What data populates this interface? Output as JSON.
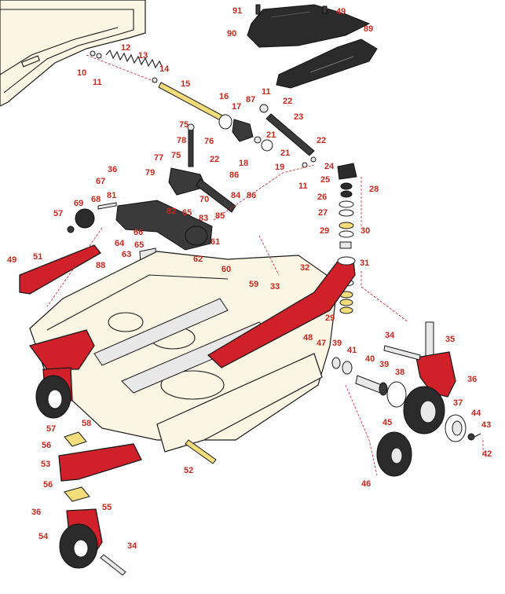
{
  "callouts": [
    {
      "id": "c91",
      "text": "91"
    },
    {
      "id": "c49a",
      "text": "49"
    },
    {
      "id": "c90",
      "text": "90"
    },
    {
      "id": "c89",
      "text": "89"
    },
    {
      "id": "c12",
      "text": "12"
    },
    {
      "id": "c13",
      "text": "13"
    },
    {
      "id": "c10",
      "text": "10"
    },
    {
      "id": "c11a",
      "text": "11"
    },
    {
      "id": "c14",
      "text": "14"
    },
    {
      "id": "c15",
      "text": "15"
    },
    {
      "id": "c16",
      "text": "16"
    },
    {
      "id": "c17",
      "text": "17"
    },
    {
      "id": "c87",
      "text": "87"
    },
    {
      "id": "c11b",
      "text": "11"
    },
    {
      "id": "c22a",
      "text": "22"
    },
    {
      "id": "c23",
      "text": "23"
    },
    {
      "id": "c75a",
      "text": "75"
    },
    {
      "id": "c78",
      "text": "78"
    },
    {
      "id": "c76",
      "text": "76"
    },
    {
      "id": "c21a",
      "text": "21"
    },
    {
      "id": "c18",
      "text": "18"
    },
    {
      "id": "c21b",
      "text": "21"
    },
    {
      "id": "c22b",
      "text": "22"
    },
    {
      "id": "c19",
      "text": "19"
    },
    {
      "id": "c11c",
      "text": "11"
    },
    {
      "id": "c77",
      "text": "77"
    },
    {
      "id": "c75b",
      "text": "75"
    },
    {
      "id": "c22c",
      "text": "22"
    },
    {
      "id": "c79",
      "text": "79"
    },
    {
      "id": "c86a",
      "text": "86"
    },
    {
      "id": "c24",
      "text": "24"
    },
    {
      "id": "c36a",
      "text": "36"
    },
    {
      "id": "c67",
      "text": "67"
    },
    {
      "id": "c81",
      "text": "81"
    },
    {
      "id": "c70",
      "text": "70"
    },
    {
      "id": "c84",
      "text": "84"
    },
    {
      "id": "c86b",
      "text": "86"
    },
    {
      "id": "c25",
      "text": "25"
    },
    {
      "id": "c28",
      "text": "28"
    },
    {
      "id": "c68",
      "text": "68"
    },
    {
      "id": "c69",
      "text": "69"
    },
    {
      "id": "c82",
      "text": "82"
    },
    {
      "id": "c65a",
      "text": "65"
    },
    {
      "id": "c26",
      "text": "26"
    },
    {
      "id": "c57a",
      "text": "57"
    },
    {
      "id": "c83",
      "text": "83"
    },
    {
      "id": "c85",
      "text": "85"
    },
    {
      "id": "c27",
      "text": "27"
    },
    {
      "id": "c66",
      "text": "66"
    },
    {
      "id": "c29a",
      "text": "29"
    },
    {
      "id": "c30a",
      "text": "30"
    },
    {
      "id": "c64",
      "text": "64"
    },
    {
      "id": "c61",
      "text": "61"
    },
    {
      "id": "c65b",
      "text": "65"
    },
    {
      "id": "c49b",
      "text": "49"
    },
    {
      "id": "c51",
      "text": "51"
    },
    {
      "id": "c63",
      "text": "63"
    },
    {
      "id": "c62",
      "text": "62"
    },
    {
      "id": "c31",
      "text": "31"
    },
    {
      "id": "c88",
      "text": "88"
    },
    {
      "id": "c32",
      "text": "32"
    },
    {
      "id": "c60",
      "text": "60"
    },
    {
      "id": "c59",
      "text": "59"
    },
    {
      "id": "c33",
      "text": "33"
    },
    {
      "id": "c30b",
      "text": "30"
    },
    {
      "id": "c29b",
      "text": "29"
    },
    {
      "id": "c48",
      "text": "48"
    },
    {
      "id": "c47",
      "text": "47"
    },
    {
      "id": "c34a",
      "text": "34"
    },
    {
      "id": "c35",
      "text": "35"
    },
    {
      "id": "c39a",
      "text": "39"
    },
    {
      "id": "c41",
      "text": "41"
    },
    {
      "id": "c40",
      "text": "40"
    },
    {
      "id": "c39b",
      "text": "39"
    },
    {
      "id": "c38",
      "text": "38"
    },
    {
      "id": "c36b",
      "text": "36"
    },
    {
      "id": "c37",
      "text": "37"
    },
    {
      "id": "c44",
      "text": "44"
    },
    {
      "id": "c43",
      "text": "43"
    },
    {
      "id": "c42",
      "text": "42"
    },
    {
      "id": "c45",
      "text": "45"
    },
    {
      "id": "c46",
      "text": "46"
    },
    {
      "id": "c57b",
      "text": "57"
    },
    {
      "id": "c58",
      "text": "58"
    },
    {
      "id": "c56a",
      "text": "56"
    },
    {
      "id": "c53",
      "text": "53"
    },
    {
      "id": "c52",
      "text": "52"
    },
    {
      "id": "c56b",
      "text": "56"
    },
    {
      "id": "c55",
      "text": "55"
    },
    {
      "id": "c36c",
      "text": "36"
    },
    {
      "id": "c54",
      "text": "54"
    },
    {
      "id": "c34b",
      "text": "34"
    }
  ]
}
